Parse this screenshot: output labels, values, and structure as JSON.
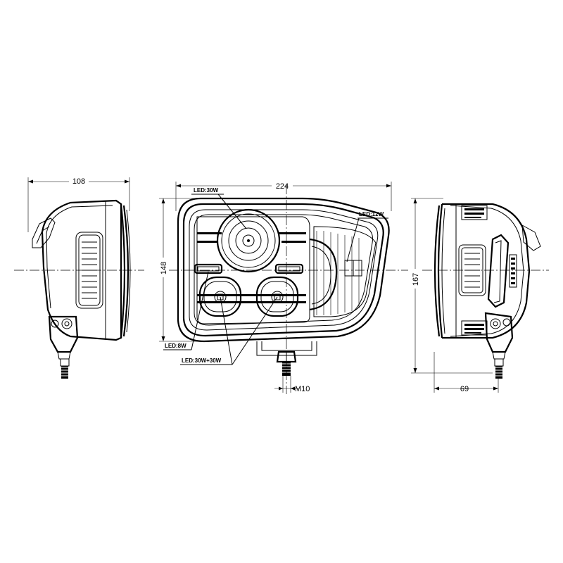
{
  "dimensions": {
    "side_width": "108",
    "front_width": "224",
    "front_height": "148",
    "back_height": "167",
    "back_depth": "69",
    "thread": "M10"
  },
  "labels": {
    "led_main": "LED:30W",
    "led_side": "LED:12W",
    "led_drl": "LED:8W",
    "led_pair": "LED:30W+30W"
  }
}
